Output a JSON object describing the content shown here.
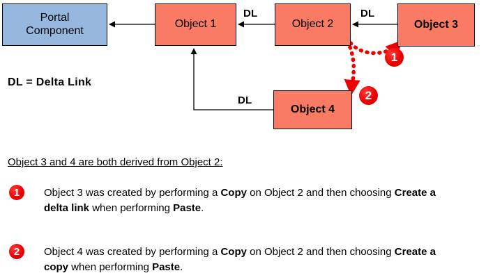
{
  "diagram": {
    "nodes": [
      {
        "id": "portal",
        "label": "Portal\nComponent",
        "kind": "portal-component",
        "fill": "#96b8de"
      },
      {
        "id": "object1",
        "label": "Object 1",
        "kind": "object",
        "fill": "#fa7b63"
      },
      {
        "id": "object2",
        "label": "Object 2",
        "kind": "object",
        "fill": "#fa7b63"
      },
      {
        "id": "object3",
        "label": "Object 3",
        "kind": "object",
        "fill": "#fa7b63"
      },
      {
        "id": "object4",
        "label": "Object 4",
        "kind": "object",
        "fill": "#fa7b63"
      }
    ],
    "edge_labels": {
      "object2_to_object1": "DL",
      "object3_to_object2": "DL",
      "object4_to_object1": "DL"
    },
    "derivation_markers": [
      {
        "number": "1",
        "from": "object2",
        "to": "object3",
        "color": "#ee0000"
      },
      {
        "number": "2",
        "from": "object2",
        "to": "object4",
        "color": "#ee0000"
      }
    ],
    "legend": "DL = Delta Link"
  },
  "notes": {
    "heading": "Object 3 and 4 are both derived from Object 2:",
    "items": [
      {
        "number": "1",
        "segments": [
          {
            "text": "Object 3 was created by performing a ",
            "bold": false
          },
          {
            "text": "Copy",
            "bold": true
          },
          {
            "text": " on Object 2 and then choosing ",
            "bold": false
          },
          {
            "text": "Create a delta link",
            "bold": true
          },
          {
            "text": " when performing ",
            "bold": false
          },
          {
            "text": "Paste",
            "bold": true
          },
          {
            "text": ".",
            "bold": false
          }
        ]
      },
      {
        "number": "2",
        "segments": [
          {
            "text": "Object 4 was created by performing a ",
            "bold": false
          },
          {
            "text": "Copy",
            "bold": true
          },
          {
            "text": " on Object 2 and then choosing ",
            "bold": false
          },
          {
            "text": "Create a copy",
            "bold": true
          },
          {
            "text": " when performing ",
            "bold": false
          },
          {
            "text": "Paste",
            "bold": true
          },
          {
            "text": ".",
            "bold": false
          }
        ]
      }
    ]
  }
}
